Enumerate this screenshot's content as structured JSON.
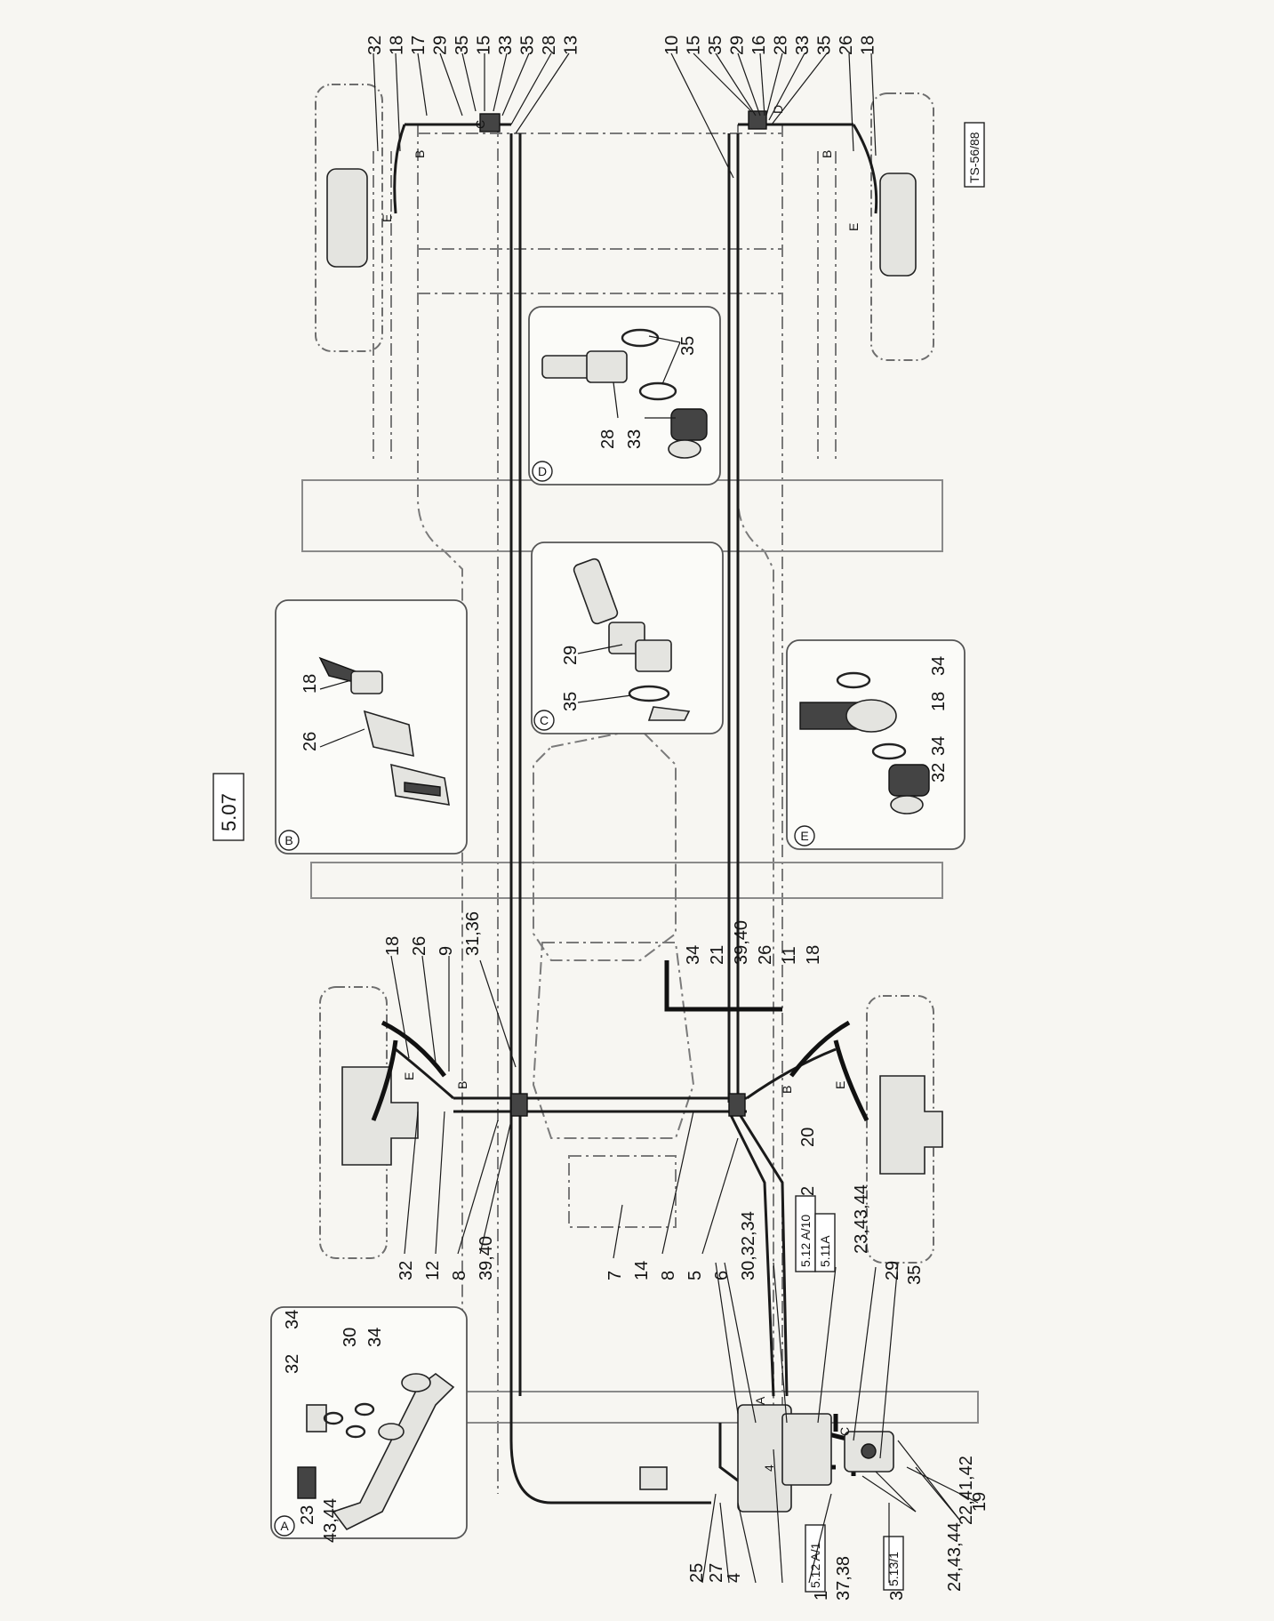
{
  "page_number": "5.07",
  "drawing_code": "TS-56/88",
  "insets": {
    "A": {
      "letter": "A",
      "labels": [
        "32",
        "34",
        "30",
        "34",
        "23",
        "43,44"
      ]
    },
    "B": {
      "letter": "B",
      "labels": [
        "18",
        "26"
      ]
    },
    "C": {
      "letter": "C",
      "labels": [
        "29",
        "35"
      ]
    },
    "D": {
      "letter": "D",
      "labels": [
        "35",
        "28",
        "33"
      ]
    },
    "E": {
      "letter": "E",
      "labels": [
        "34",
        "18",
        "34",
        "32"
      ]
    }
  },
  "references": {
    "ref_5_12_A10": "5.12 A/10",
    "ref_5_11_A": "5.11A",
    "ref_5_12_A1": "5.12 A/1",
    "ref_5_13_1": "5.13/1"
  },
  "callouts": {
    "rear_left": [
      "32",
      "18",
      "17",
      "29",
      "35",
      "15",
      "33",
      "35",
      "28",
      "13"
    ],
    "rear_right": [
      "10",
      "15",
      "35",
      "29",
      "16",
      "28",
      "33",
      "35",
      "26",
      "18"
    ],
    "front_left_top": [
      "18",
      "26",
      "9",
      "31,36"
    ],
    "front_left_bottom": [
      "32",
      "12",
      "8",
      "39,40"
    ],
    "center": [
      "7",
      "14",
      "8",
      "5",
      "6",
      "30,32,34"
    ],
    "front_right": [
      "34",
      "21",
      "39,40",
      "26",
      "11",
      "18"
    ],
    "right_mid": [
      "20",
      "2",
      "23,43,44",
      "29",
      "35"
    ],
    "master_cyl": [
      "22,41,42",
      "24,43,44",
      "19"
    ],
    "bottom": [
      "25",
      "27",
      "4",
      "1",
      "37,38",
      "3"
    ],
    "port_letters": [
      "A",
      "B",
      "C",
      "D",
      "E"
    ],
    "diagram_mark": "4"
  }
}
